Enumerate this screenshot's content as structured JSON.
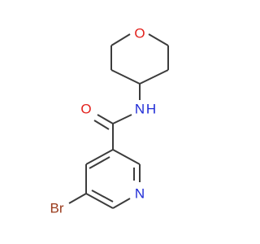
{
  "atoms": {
    "ring_oxygen": "O",
    "amide_nitrogen": "N",
    "amide_hydrogen": "H",
    "carbonyl_oxygen": "O",
    "pyridine_nitrogen": "N",
    "bromine": "Br"
  },
  "colors": {
    "bond": "#3c3c3c",
    "oxygen": "#e3231e",
    "nitrogen": "#1f2bd6",
    "bromine": "#9a3b1c",
    "background": "#ffffff"
  }
}
